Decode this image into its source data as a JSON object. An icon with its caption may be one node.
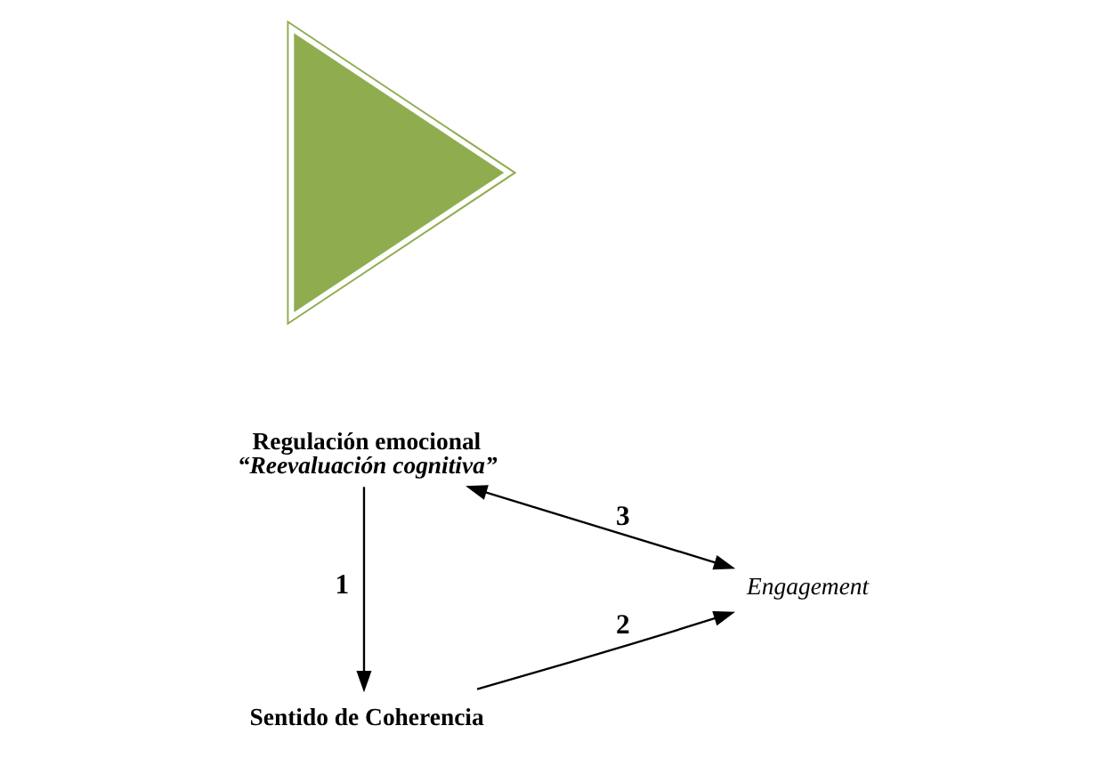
{
  "diagram": {
    "nodes": [
      {
        "text": [
          "Sentido de Coherencia"
        ]
      },
      {
        "text": [],
        "shape": "triangle"
      },
      {
        "text": [
          "Engagement"
        ]
      },
      {
        "text": [
          "Regulación emocional",
          "“Reevaluación cognitiva”"
        ]
      }
    ],
    "edges": [
      {
        "from": 3,
        "to": 0,
        "arrow": "to",
        "label": "1"
      },
      {
        "from": 0,
        "to": 2,
        "arrow": "to",
        "label": "2"
      },
      {
        "from": 2,
        "to": 3,
        "arrow": "both",
        "label": "3"
      }
    ]
  }
}
